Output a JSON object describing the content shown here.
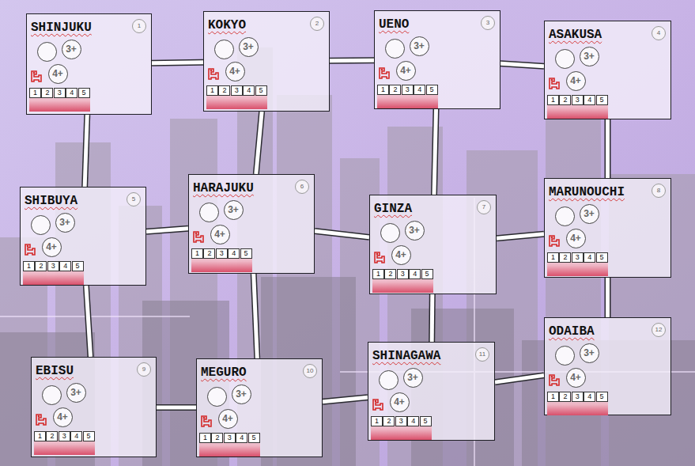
{
  "diagram": {
    "nodes": [
      {
        "text": [
          "SHINJUKU",
          "1",
          "3+",
          "4+",
          "1",
          "2",
          "3",
          "4",
          "5"
        ]
      },
      {
        "text": [
          "KOKYO",
          "2",
          "3+",
          "4+",
          "1",
          "2",
          "3",
          "4",
          "5"
        ]
      },
      {
        "text": [
          "UENO",
          "3",
          "3+",
          "4+",
          "1",
          "2",
          "3",
          "4",
          "5"
        ]
      },
      {
        "text": [
          "ASAKUSA",
          "4",
          "3+",
          "4+",
          "1",
          "2",
          "3",
          "4",
          "5"
        ]
      },
      {
        "text": [
          "SHIBUYA",
          "5",
          "3+",
          "4+",
          "1",
          "2",
          "3",
          "4",
          "5"
        ]
      },
      {
        "text": [
          "HARAJUKU",
          "6",
          "3+",
          "4+",
          "1",
          "2",
          "3",
          "4",
          "5"
        ]
      },
      {
        "text": [
          "GINZA",
          "7",
          "3+",
          "4+",
          "1",
          "2",
          "3",
          "4",
          "5"
        ]
      },
      {
        "text": [
          "MARUNOUCHI",
          "8",
          "3+",
          "4+",
          "1",
          "2",
          "3",
          "4",
          "5"
        ]
      },
      {
        "text": [
          "EBISU",
          "9",
          "3+",
          "4+",
          "1",
          "2",
          "3",
          "4",
          "5"
        ]
      },
      {
        "text": [
          "MEGURO",
          "10",
          "3+",
          "4+",
          "1",
          "2",
          "3",
          "4",
          "5"
        ]
      },
      {
        "text": [
          "SHINAGAWA",
          "11",
          "3+",
          "4+",
          "1",
          "2",
          "3",
          "4",
          "5"
        ]
      },
      {
        "text": [
          "ODAIBA",
          "12",
          "3+",
          "4+",
          "1",
          "2",
          "3",
          "4",
          "5"
        ]
      }
    ],
    "edges": [
      {
        "from": 0,
        "to": 1,
        "arrow": "none"
      },
      {
        "from": 1,
        "to": 2,
        "arrow": "none"
      },
      {
        "from": 2,
        "to": 3,
        "arrow": "none"
      },
      {
        "from": 0,
        "to": 4,
        "arrow": "none"
      },
      {
        "from": 1,
        "to": 5,
        "arrow": "none"
      },
      {
        "from": 2,
        "to": 6,
        "arrow": "none"
      },
      {
        "from": 3,
        "to": 7,
        "arrow": "none"
      },
      {
        "from": 4,
        "to": 5,
        "arrow": "none"
      },
      {
        "from": 5,
        "to": 6,
        "arrow": "none"
      },
      {
        "from": 6,
        "to": 7,
        "arrow": "none"
      },
      {
        "from": 7,
        "to": 11,
        "arrow": "none"
      },
      {
        "from": 4,
        "to": 8,
        "arrow": "none"
      },
      {
        "from": 5,
        "to": 9,
        "arrow": "none"
      },
      {
        "from": 6,
        "to": 10,
        "arrow": "none"
      },
      {
        "from": 8,
        "to": 9,
        "arrow": "none"
      },
      {
        "from": 9,
        "to": 10,
        "arrow": "none"
      },
      {
        "from": 10,
        "to": 11,
        "arrow": "none"
      }
    ]
  }
}
